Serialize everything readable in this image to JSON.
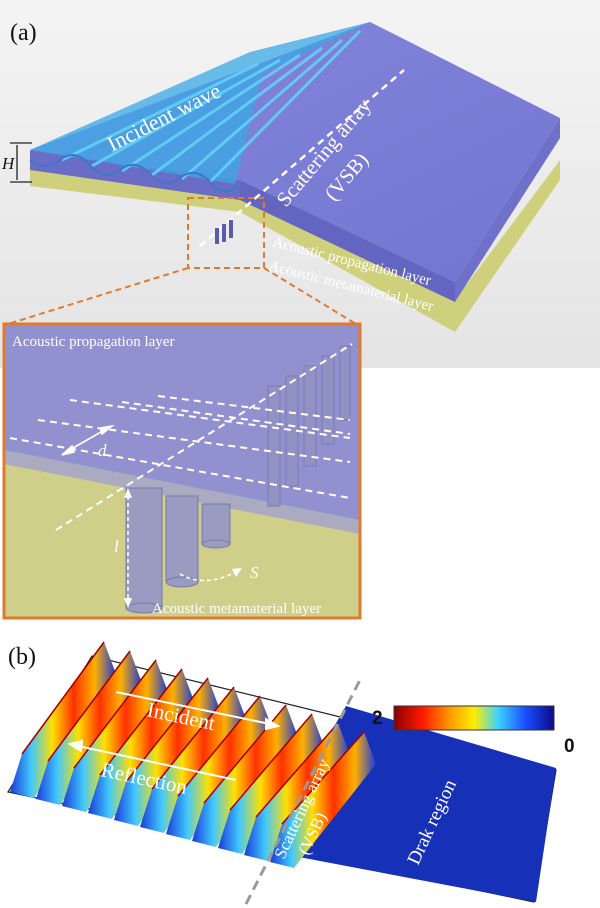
{
  "panel_a": {
    "tag": "(a)",
    "incident_wave": "Incident wave",
    "scattering_array": "Scattering array",
    "vsb": "(VSB)",
    "height_symbol": "H",
    "propagation_layer": "Acoustic propagation layer",
    "metamaterial_layer": "Acoustic metamaterial layer",
    "inset": {
      "propagation_layer": "Acoustic propagation layer",
      "metamaterial_layer": "Acoustic metamaterial layer",
      "d_symbol": "d",
      "l_symbol": "l",
      "s_symbol": "S"
    }
  },
  "panel_b": {
    "tag": "(b)",
    "incident": "Incident",
    "reflection": "Reflection",
    "scattering_array": "Scattering array",
    "vsb": "(VSB)",
    "dark_region": "Drak region",
    "colorbar": {
      "max_label": "2",
      "min_label": "0"
    }
  },
  "colors": {
    "propagation_layer": "#7f80d8",
    "metamaterial_layer": "#cfcf7a",
    "inset_border": "#e07a2c",
    "dark_region": "#1630b8"
  }
}
